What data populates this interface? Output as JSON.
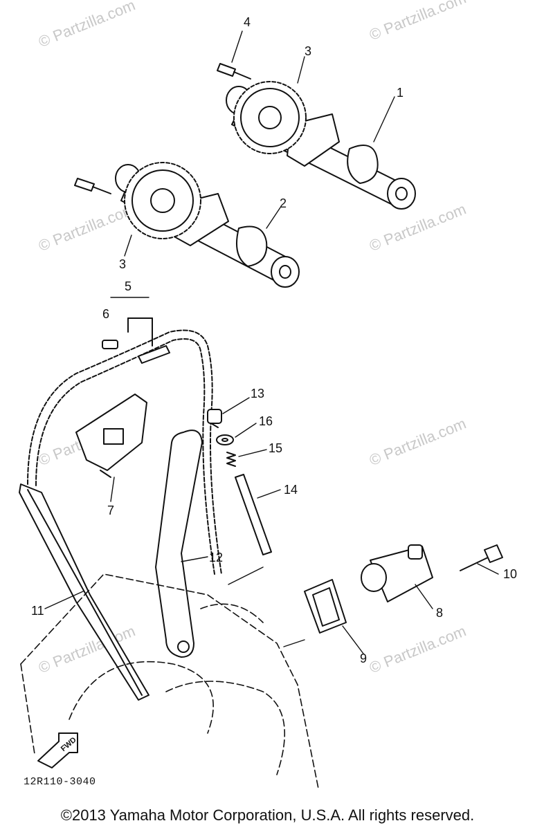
{
  "watermark": {
    "text": "© Partzilla.com"
  },
  "callouts": {
    "c1": "1",
    "c2": "2",
    "c3a": "3",
    "c3b": "3",
    "c4": "4",
    "c5": "5",
    "c6": "6",
    "c7": "7",
    "c8": "8",
    "c9": "9",
    "c10": "10",
    "c11": "11",
    "c12": "12",
    "c13": "13",
    "c14": "14",
    "c15": "15",
    "c16": "16"
  },
  "fwd_label": "FWD",
  "diagram_code": "12R110-3040",
  "copyright": "©2013 Yamaha Motor Corporation, U.S.A. All rights reserved."
}
